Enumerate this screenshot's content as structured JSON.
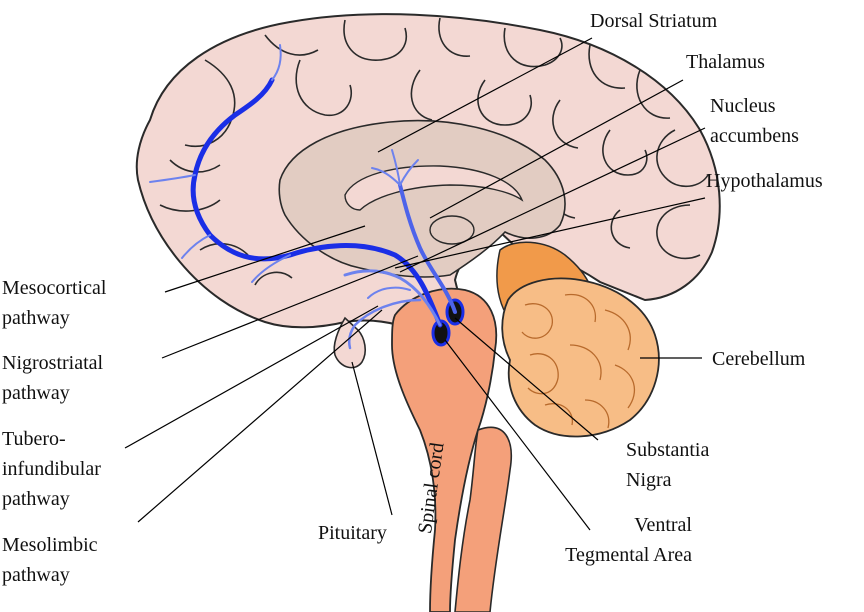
{
  "colors": {
    "cortex_fill": "#f3d8d3",
    "cortex_stroke": "#2a2a2a",
    "inner_fill": "#e2ccc2",
    "brainstem_fill": "#f4a07a",
    "cerebellum_fill": "#f7bd86",
    "cerebellum_dark": "#f19a4a",
    "pathway_blue": "#1a2ee6",
    "pathway_light": "#6d82ee",
    "leader_line": "#000000"
  },
  "labels": {
    "dorsal_striatum": "Dorsal Striatum",
    "thalamus": "Thalamus",
    "nucleus_accumbens": [
      "Nucleus",
      "accumbens"
    ],
    "hypothalamus": "Hypothalamus",
    "mesocortical": [
      "Mesocortical",
      "pathway"
    ],
    "nigrostriatal": [
      "Nigrostriatal",
      "pathway"
    ],
    "tuberoinfundibular": [
      "Tubero-",
      "infundibular",
      "pathway"
    ],
    "mesolimbic": [
      "Mesolimbic",
      "pathway"
    ],
    "pituitary": "Pituitary",
    "spinal_cord": "Spinal cord",
    "cerebellum": "Cerebellum",
    "substantia_nigra": [
      "Substantia",
      "Nigra"
    ],
    "vta": [
      "Ventral",
      "Tegmental Area"
    ]
  }
}
